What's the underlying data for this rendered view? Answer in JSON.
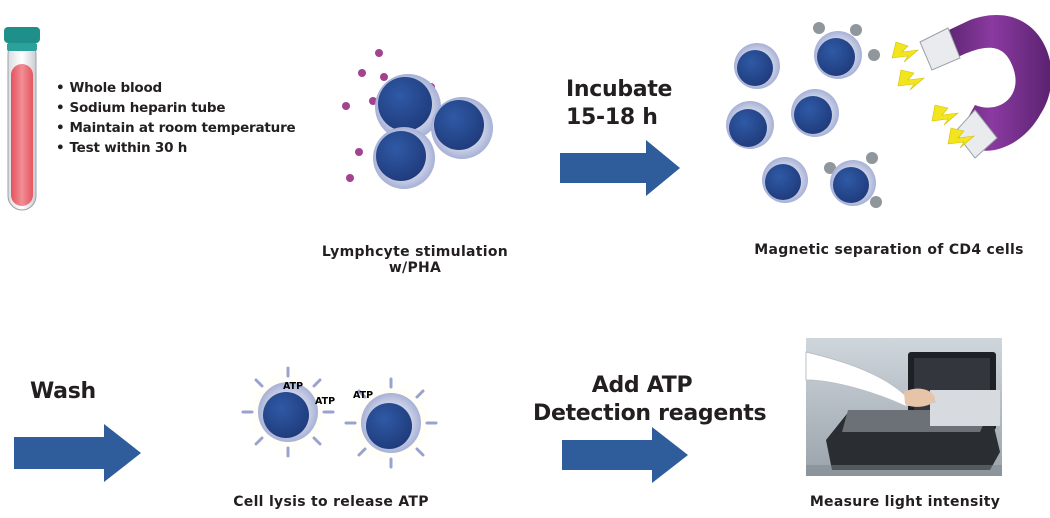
{
  "tube_notes": [
    "Whole blood",
    "Sodium heparin tube",
    "Maintain at room temperature",
    "Test within 30 h"
  ],
  "captions": {
    "stimulation_line1": "Lymphcyte stimulation",
    "stimulation_line2": "w/PHA",
    "separation": "Magnetic separation of CD4 cells",
    "lysis": "Cell lysis to release ATP",
    "measure": "Measure light intensity"
  },
  "steps": {
    "incubate_line1": "Incubate",
    "incubate_line2": "15-18 h",
    "wash": "Wash",
    "add_line1": "Add ATP",
    "add_line2": "Detection reagents"
  },
  "atp_labels": [
    "ATP",
    "ATP",
    "ATP"
  ],
  "colors": {
    "arrow": "#2f5c9a",
    "cell_nucleus": "#27478f",
    "cell_halo": "#b7c0de",
    "pha_dot": "#a3428e",
    "magnet": "#6f2c83",
    "lightning": "#f2e41e",
    "tube_blood": "#e8646f",
    "tube_cap": "#1f8f8a"
  },
  "icons": [
    "blood-tube-icon",
    "cell-icon",
    "magnet-icon",
    "lightning-icon",
    "luminometer-photo"
  ]
}
